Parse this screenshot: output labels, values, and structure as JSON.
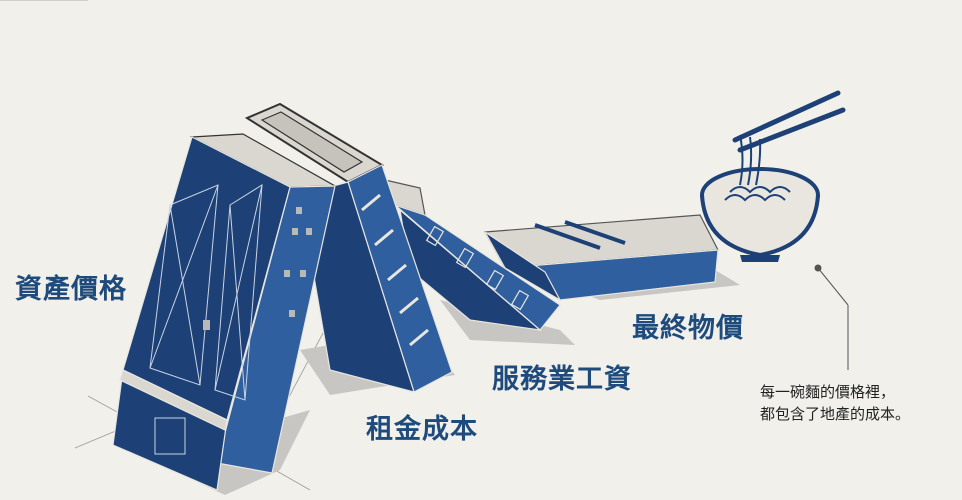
{
  "labels": {
    "asset_price": "資產價格",
    "rent_cost": "租金成本",
    "service_wages": "服務業工資",
    "final_prices": "最終物價"
  },
  "annotation": {
    "line1": "每一碗麵的價格裡，",
    "line2": "都包含了地產的成本。"
  },
  "colors": {
    "background": "#f1f0eb",
    "building_dark": "#1d4176",
    "building_side": "#2f5f9f",
    "label": "#1f4b7c"
  }
}
